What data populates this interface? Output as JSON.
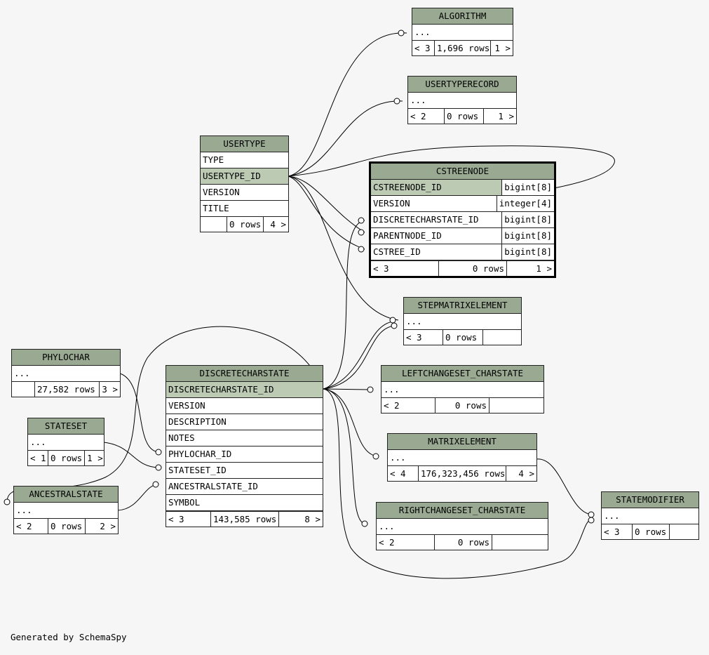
{
  "footer_text": "Generated by SchemaSpy",
  "colors": {
    "header": "#9aaa92",
    "key_row": "#bccab4",
    "background": "#f6f6f6"
  },
  "tables": {
    "algorithm": {
      "name": "ALGORITHM",
      "rows": [
        "..."
      ],
      "footer": [
        "< 3",
        "1,696 rows",
        "1 >"
      ]
    },
    "usertyperecord": {
      "name": "USERTYPERECORD",
      "rows": [
        "..."
      ],
      "footer": [
        "< 2",
        "0 rows",
        "1 >"
      ]
    },
    "usertype": {
      "name": "USERTYPE",
      "rows": [
        "TYPE",
        "USERTYPE_ID",
        "VERSION",
        "TITLE"
      ],
      "footer": [
        "",
        "0 rows",
        "4 >"
      ]
    },
    "cstreenode": {
      "name": "CSTREENODE",
      "rows": [
        {
          "col": "CSTREENODE_ID",
          "type": "bigint[8]"
        },
        {
          "col": "VERSION",
          "type": "integer[4]"
        },
        {
          "col": "DISCRETECHARSTATE_ID",
          "type": "bigint[8]"
        },
        {
          "col": "PARENTNODE_ID",
          "type": "bigint[8]"
        },
        {
          "col": "CSTREE_ID",
          "type": "bigint[8]"
        }
      ],
      "footer": [
        "< 3",
        "0 rows",
        "1 >"
      ]
    },
    "stepmatrixelement": {
      "name": "STEPMATRIXELEMENT",
      "rows": [
        "..."
      ],
      "footer": [
        "< 3",
        "0 rows",
        ""
      ]
    },
    "phylochar": {
      "name": "PHYLOCHAR",
      "rows": [
        "..."
      ],
      "footer": [
        "",
        "27,582 rows",
        "3 >"
      ]
    },
    "discretecharstate": {
      "name": "DISCRETECHARSTATE",
      "rows": [
        "DISCRETECHARSTATE_ID",
        "VERSION",
        "DESCRIPTION",
        "NOTES",
        "PHYLOCHAR_ID",
        "STATESET_ID",
        "ANCESTRALSTATE_ID",
        "SYMBOL"
      ],
      "footer": [
        "< 3",
        "143,585 rows",
        "8 >"
      ]
    },
    "leftchangeset": {
      "name": "LEFTCHANGESET_CHARSTATE",
      "rows": [
        "..."
      ],
      "footer": [
        "< 2",
        "0 rows",
        ""
      ]
    },
    "stateset": {
      "name": "STATESET",
      "rows": [
        "..."
      ],
      "footer": [
        "< 1",
        "0 rows",
        "1 >"
      ]
    },
    "matrixelement": {
      "name": "MATRIXELEMENT",
      "rows": [
        "..."
      ],
      "footer": [
        "< 4",
        "176,323,456 rows",
        "4 >"
      ]
    },
    "ancestralstate": {
      "name": "ANCESTRALSTATE",
      "rows": [
        "..."
      ],
      "footer": [
        "< 2",
        "0 rows",
        "2 >"
      ]
    },
    "statemodifier": {
      "name": "STATEMODIFIER",
      "rows": [
        "..."
      ],
      "footer": [
        "< 3",
        "0 rows",
        ""
      ]
    },
    "rightchangeset": {
      "name": "RIGHTCHANGESET_CHARSTATE",
      "rows": [
        "..."
      ],
      "footer": [
        "< 2",
        "0 rows",
        ""
      ]
    }
  }
}
